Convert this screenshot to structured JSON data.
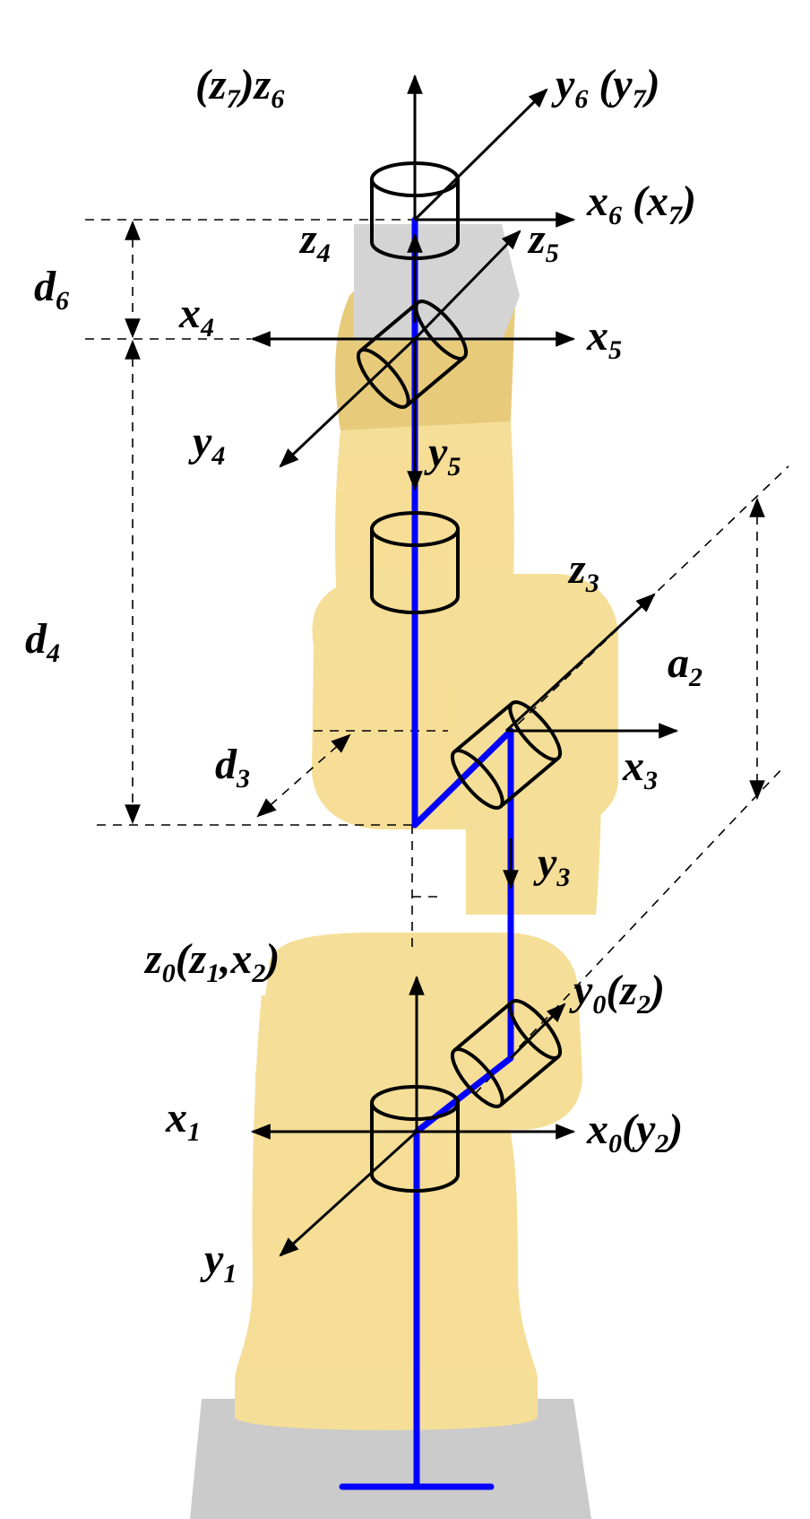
{
  "colors": {
    "chain": "#0000ff",
    "robot_body": "#f3d57a",
    "robot_shadow": "#e2bd55",
    "robot_base": "#bdbdbd",
    "axes": "#000000"
  },
  "labels": {
    "z7z6": {
      "pre": "(",
      "v1": "z",
      "s1": "7",
      "mid": ")",
      "v2": "z",
      "s2": "6"
    },
    "y6y7": {
      "v1": "y",
      "s1": "6",
      "mid": " (",
      "v2": "y",
      "s2": "7",
      "post": ")"
    },
    "x6x7": {
      "v1": "x",
      "s1": "6",
      "mid": " (",
      "v2": "x",
      "s2": "7",
      "post": ")"
    },
    "z4": {
      "v": "z",
      "s": "4"
    },
    "z5": {
      "v": "z",
      "s": "5"
    },
    "d6": {
      "v": "d",
      "s": "6"
    },
    "x4": {
      "v": "x",
      "s": "4"
    },
    "x5": {
      "v": "x",
      "s": "5"
    },
    "y4": {
      "v": "y",
      "s": "4"
    },
    "y5": {
      "v": "y",
      "s": "5"
    },
    "d4": {
      "v": "d",
      "s": "4"
    },
    "z3": {
      "v": "z",
      "s": "3"
    },
    "a2": {
      "v": "a",
      "s": "2"
    },
    "d3": {
      "v": "d",
      "s": "3"
    },
    "x3": {
      "v": "x",
      "s": "3"
    },
    "y3": {
      "v": "y",
      "s": "3"
    },
    "z0z1x2": {
      "v1": "z",
      "s1": "0",
      "mid1": "(",
      "v2": "z",
      "s2": "1",
      "mid2": ",",
      "v3": "x",
      "s3": "2",
      "post": ")"
    },
    "y0z2": {
      "v1": "y",
      "s1": "0",
      "mid": "(",
      "v2": "z",
      "s2": "2",
      "post": ")"
    },
    "x1": {
      "v": "x",
      "s": "1"
    },
    "x0y2": {
      "v1": "x",
      "s1": "0",
      "mid": "(",
      "v2": "y",
      "s2": "2",
      "post": ")"
    },
    "y1": {
      "v": "y",
      "s": "1"
    }
  }
}
